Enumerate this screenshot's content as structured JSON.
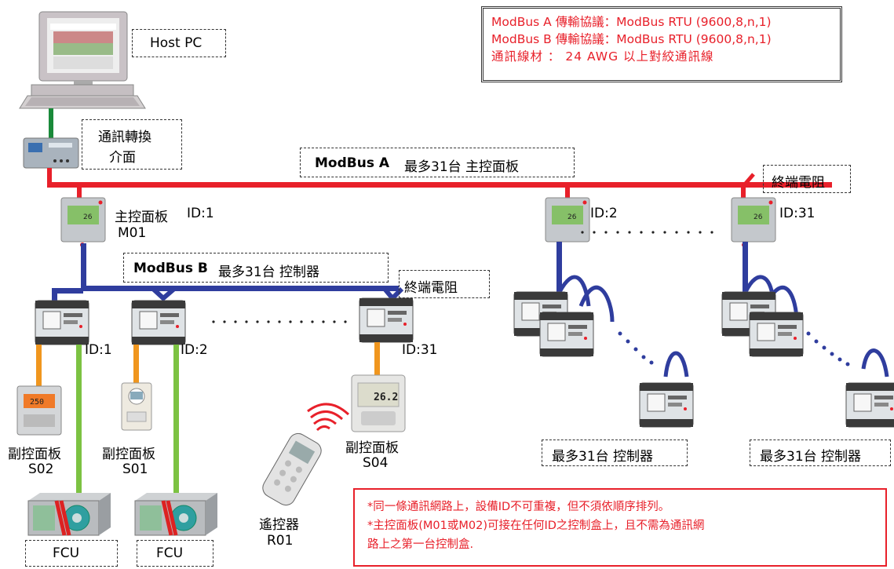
{
  "protocol_box": {
    "line1": "ModBus A 傳輸協議：ModBus RTU (9600,8,n,1)",
    "line2": "ModBus B 傳輸協議：ModBus RTU (9600,8,n,1)",
    "line3": "通訊線材 ： 24  AWG  以上對絞通訊線"
  },
  "host_pc": {
    "label": "Host PC"
  },
  "converter": {
    "label_line1": "通訊轉換",
    "label_line2": "介面"
  },
  "modbus_a": {
    "name": "ModBus A",
    "desc": "最多31台 主控面板"
  },
  "modbus_b": {
    "name": "ModBus B",
    "desc": "最多31台 控制器"
  },
  "terminator_a": {
    "label": "終端電阻"
  },
  "terminator_b": {
    "label": "終端電阻"
  },
  "master_panels": [
    {
      "label": "主控面板",
      "id": "ID:1",
      "code": "M01"
    },
    {
      "id": "ID:2"
    },
    {
      "id": "ID:31"
    }
  ],
  "controllers": [
    {
      "id": "ID:1"
    },
    {
      "id": "ID:2"
    },
    {
      "id": "ID:31"
    }
  ],
  "sub_panels": [
    {
      "label": "副控面板",
      "code": "S02",
      "display": "250"
    },
    {
      "label": "副控面板",
      "code": "S01"
    },
    {
      "label": "副控面板",
      "code": "S04",
      "display": "26.2"
    }
  ],
  "remote": {
    "label": "遙控器",
    "code": "R01"
  },
  "fcu": [
    {
      "label": "FCU"
    },
    {
      "label": "FCU"
    }
  ],
  "max_controllers": [
    {
      "label": "最多31台 控制器"
    },
    {
      "label": "最多31台 控制器"
    }
  ],
  "panel_display": "26",
  "notes": {
    "line1": "*同一條通訊網路上，設備ID不可重複，但不須依順序排列。",
    "line2": "*主控面板(M01或M02)可接在任何ID之控制盒上，且不需為通訊網",
    "line3": "路上之第一台控制盒."
  },
  "colors": {
    "modbus_a": "#e8202a",
    "modbus_b": "#2f3d9e",
    "pc_link": "#1a8a3a",
    "sub_link": "#f0961e",
    "fcu_link": "#7cc242"
  },
  "icons": [
    "computer-icon",
    "converter-icon",
    "master-panel-icon",
    "controller-icon",
    "thermostat-icon",
    "remote-icon",
    "fcu-icon"
  ]
}
